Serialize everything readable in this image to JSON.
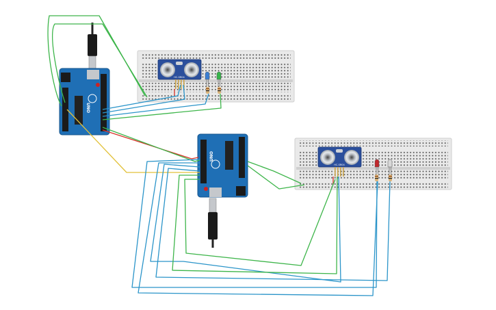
{
  "boards": [
    {
      "id": "arduino-1",
      "model_label": "UNO"
    },
    {
      "id": "arduino-2",
      "model_label": "UNO"
    }
  ],
  "sensors": [
    {
      "id": "ultrasonic-1",
      "label": "HC-SR04"
    },
    {
      "id": "ultrasonic-2",
      "label": "HC-SR04"
    }
  ],
  "leds": [
    {
      "id": "led-blue",
      "color": "#3b7fd4"
    },
    {
      "id": "led-green",
      "color": "#35b44a"
    },
    {
      "id": "led-red",
      "color": "#c0282d"
    },
    {
      "id": "led-white",
      "color": "#d8d8d8"
    }
  ],
  "wire_colors": {
    "green": "#3db54a",
    "blue": "#2a94c9",
    "red": "#d8332a",
    "yellow": "#e2c13a",
    "black": "#222222"
  },
  "colors": {
    "board": "#1f6fb5",
    "board_edge": "#17558c",
    "breadboard": "#e9e9e9",
    "breadboard_edge": "#cfcfcf",
    "sensor_pcb": "#2b4f9c"
  }
}
